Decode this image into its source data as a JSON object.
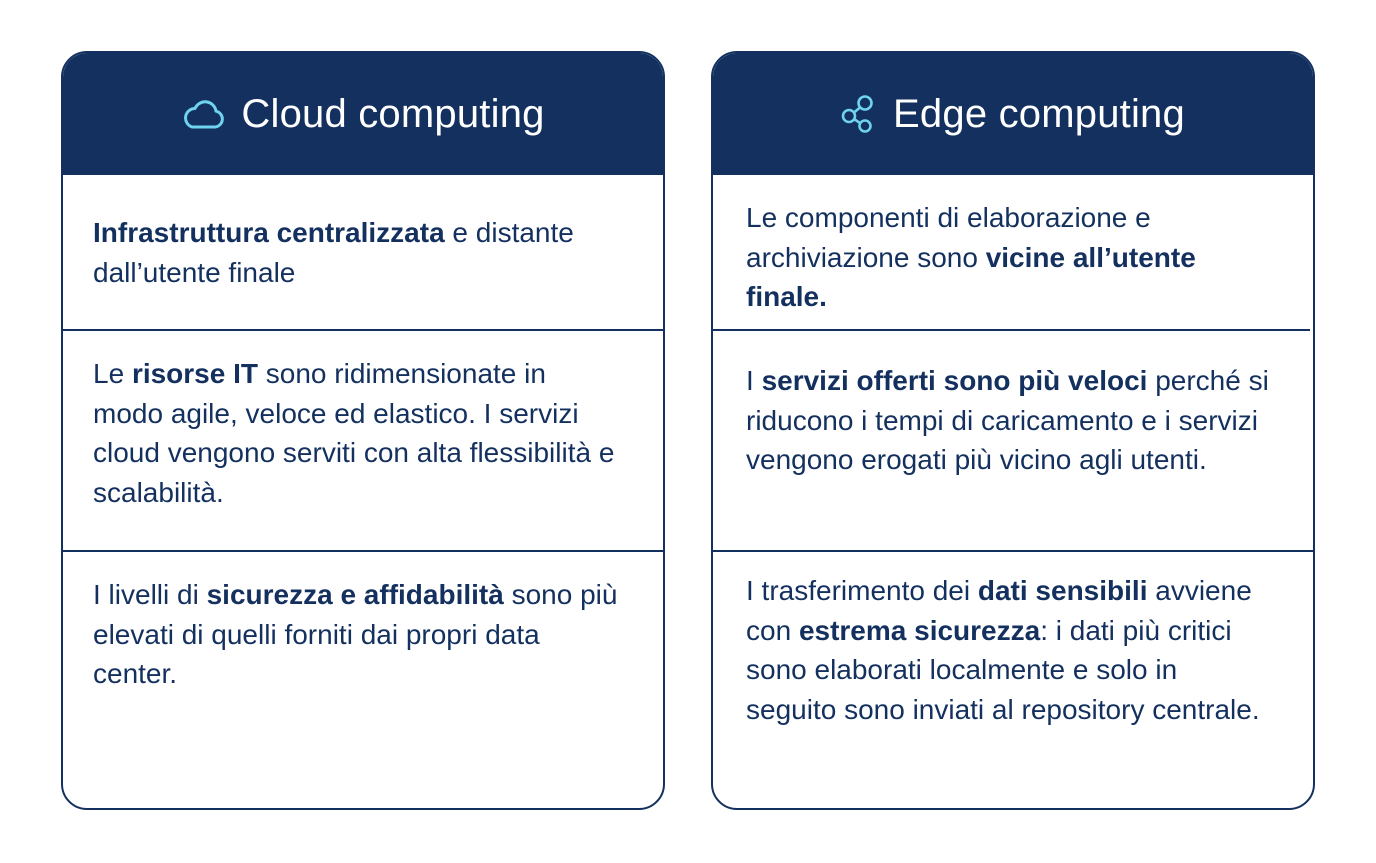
{
  "colors": {
    "navy": "#14305f",
    "icon_cyan": "#6fd3ef",
    "white": "#ffffff"
  },
  "cards": [
    {
      "title": "Cloud computing",
      "icon": "cloud-icon",
      "sections": [
        {
          "parts": [
            {
              "text": "Infrastruttura centralizzata",
              "bold": true
            },
            {
              "text": " e distante dall’utente finale",
              "bold": false
            }
          ]
        },
        {
          "parts": [
            {
              "text": "Le ",
              "bold": false
            },
            {
              "text": "risorse IT",
              "bold": true
            },
            {
              "text": " sono ridimensionate in modo agile, veloce ed elastico. I servizi cloud vengono serviti con alta flessibilità e scalabilità.",
              "bold": false
            }
          ]
        },
        {
          "parts": [
            {
              "text": "I livelli di ",
              "bold": false
            },
            {
              "text": "sicurezza e affidabilità",
              "bold": true
            },
            {
              "text": " sono più elevati di quelli forniti dai propri data center.",
              "bold": false
            }
          ]
        }
      ]
    },
    {
      "title": "Edge computing",
      "icon": "network-nodes-icon",
      "sections": [
        {
          "parts": [
            {
              "text": "Le componenti di elaborazione e archiviazione sono ",
              "bold": false
            },
            {
              "text": "vicine all’utente finale.",
              "bold": true
            }
          ]
        },
        {
          "parts": [
            {
              "text": "I ",
              "bold": false
            },
            {
              "text": "servizi offerti sono più veloci",
              "bold": true
            },
            {
              "text": " perché si riducono i tempi di caricamento e i servizi vengono erogati più vicino agli utenti.",
              "bold": false
            }
          ]
        },
        {
          "parts": [
            {
              "text": "I trasferimento dei ",
              "bold": false
            },
            {
              "text": "dati sensibili",
              "bold": true
            },
            {
              "text": " avviene con ",
              "bold": false
            },
            {
              "text": "estrema sicurezza",
              "bold": true
            },
            {
              "text": ": i dati più critici sono elaborati localmente e solo in seguito sono inviati al repository centrale.",
              "bold": false
            }
          ]
        }
      ]
    }
  ]
}
